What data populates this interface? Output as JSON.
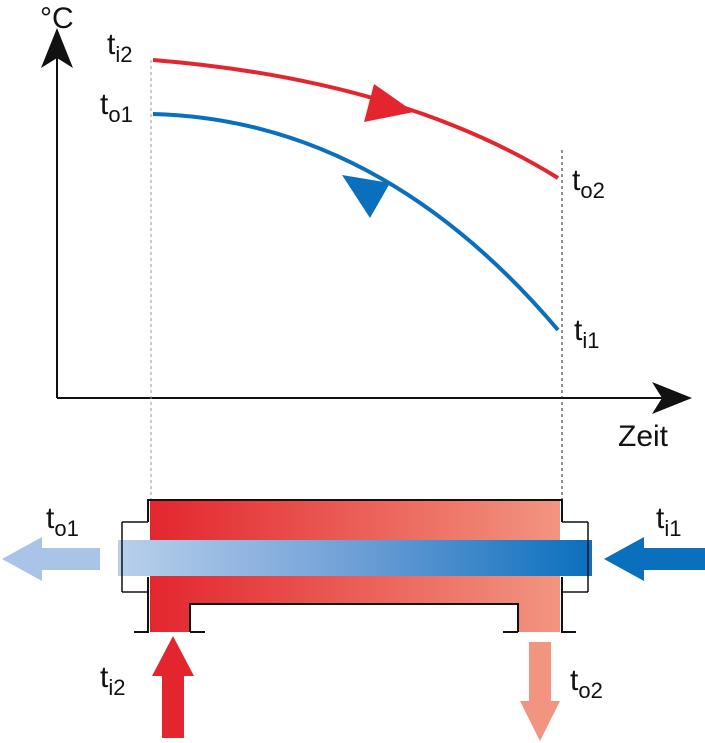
{
  "axes": {
    "y_label": "°C",
    "x_label": "Zeit"
  },
  "labels": {
    "hot_inlet": {
      "main": "t",
      "sub": "i2"
    },
    "cold_outlet": {
      "main": "t",
      "sub": "o1"
    },
    "hot_outlet": {
      "main": "t",
      "sub": "o2"
    },
    "cold_inlet": {
      "main": "t",
      "sub": "i1"
    }
  },
  "colors": {
    "hot": "#e3262e",
    "hot_light": "#f29580",
    "cold": "#0a6fbd",
    "cold_light": "#a9c4e6",
    "axis": "#111111"
  }
}
